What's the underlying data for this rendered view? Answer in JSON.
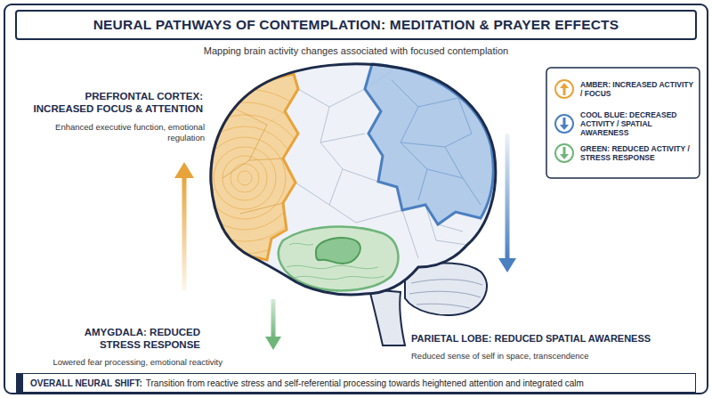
{
  "diagram": {
    "title": "NEURAL PATHWAYS OF CONTEMPLATION: MEDITATION & PRAYER EFFECTS",
    "nodes": [
      {
        "text": [
          "OVERALL NEURAL SHIFT:",
          "Transition from reactive stress and self-referential processing towards heightened attention and integrated calm"
        ]
      }
    ],
    "labels": [
      "Mapping brain activity changes associated with focused contemplation",
      "PREFRONTAL CORTEX: INCREASED FOCUS & ATTENTION",
      "Enhanced executive function, emotional regulation",
      "AMYGDALA: REDUCED STRESS RESPONSE",
      "Lowered fear processing, emotional reactivity",
      "PARIETAL LOBE: REDUCED SPATIAL AWARENESS",
      "Reduced sense of self in space, transcendence"
    ],
    "legend": [
      {
        "text": "AMBER: INCREASED ACTIVITY / FOCUS",
        "color": "#e8a33a"
      },
      {
        "text": "COOL BLUE: DECREASED ACTIVITY / SPATIAL AWARENESS",
        "color": "#4a7fc0"
      },
      {
        "text": "GREEN: REDUCED ACTIVITY / STRESS RESPONSE",
        "color": "#6fb57a"
      }
    ]
  }
}
